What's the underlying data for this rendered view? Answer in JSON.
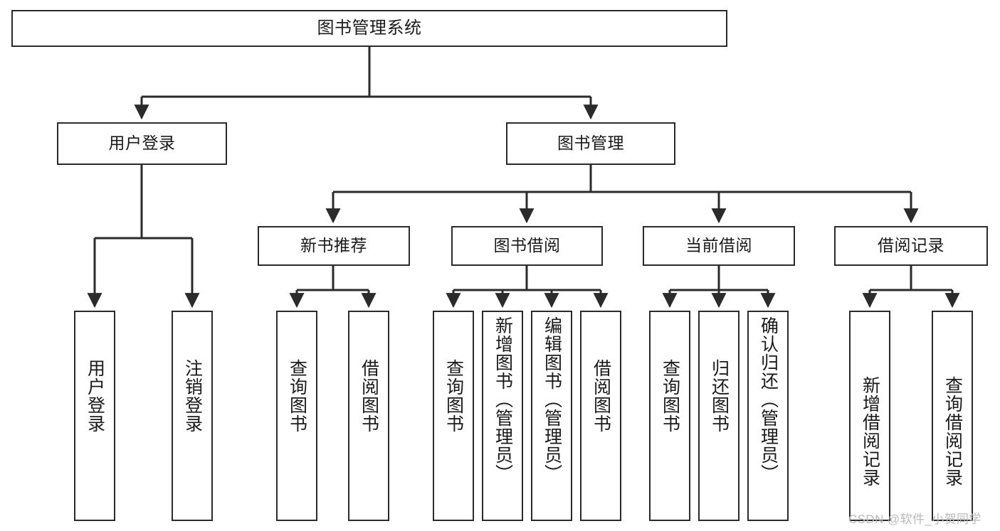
{
  "diagram": {
    "title": "图书管理系统",
    "type": "tree",
    "orientation": "top-down",
    "colors": {
      "box_border": "#2b2b2b",
      "box_fill": "#ffffff",
      "line": "#2b2b2b",
      "text": "#1a1a1a",
      "watermark": "#b9b9b9",
      "background": "#ffffff"
    },
    "root": {
      "id": "root",
      "label": "图书管理系统"
    },
    "level2": [
      {
        "id": "n-user-login",
        "label": "用户登录"
      },
      {
        "id": "n-book-manage",
        "label": "图书管理"
      }
    ],
    "level3": [
      {
        "id": "n-new-book",
        "label": "新书推荐",
        "parent": "n-book-manage"
      },
      {
        "id": "n-book-borrow",
        "label": "图书借阅",
        "parent": "n-book-manage"
      },
      {
        "id": "n-current-borrow",
        "label": "当前借阅",
        "parent": "n-book-manage"
      },
      {
        "id": "n-borrow-record",
        "label": "借阅记录",
        "parent": "n-book-manage"
      }
    ],
    "leaves": [
      {
        "id": "lf-user-login",
        "label": "用户登录",
        "parent": "n-user-login"
      },
      {
        "id": "lf-user-logout",
        "label": "注销登录",
        "parent": "n-user-login"
      },
      {
        "id": "lf-nb-query",
        "label": "查询图书",
        "parent": "n-new-book"
      },
      {
        "id": "lf-nb-borrow",
        "label": "借阅图书",
        "parent": "n-new-book"
      },
      {
        "id": "lf-bb-query",
        "label": "查询图书",
        "parent": "n-book-borrow"
      },
      {
        "id": "lf-bb-add",
        "label": "新增图书（管理员）",
        "parent": "n-book-borrow"
      },
      {
        "id": "lf-bb-edit",
        "label": "编辑图书（管理员）",
        "parent": "n-book-borrow"
      },
      {
        "id": "lf-bb-borrow",
        "label": "借阅图书",
        "parent": "n-book-borrow"
      },
      {
        "id": "lf-cb-query",
        "label": "查询图书",
        "parent": "n-current-borrow"
      },
      {
        "id": "lf-cb-return",
        "label": "归还图书",
        "parent": "n-current-borrow"
      },
      {
        "id": "lf-cb-confirm",
        "label": "确认归还（管理员）",
        "parent": "n-current-borrow"
      },
      {
        "id": "lf-br-add",
        "label": "新增借阅记录",
        "parent": "n-borrow-record"
      },
      {
        "id": "lf-br-query",
        "label": "查询借阅记录",
        "parent": "n-borrow-record"
      }
    ],
    "watermark": "CSDN @软件_小贺同学"
  }
}
